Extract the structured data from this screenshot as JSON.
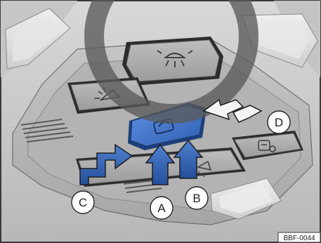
{
  "figure": {
    "callouts": [
      {
        "key": "a",
        "label": "A"
      },
      {
        "key": "b",
        "label": "B"
      },
      {
        "key": "c",
        "label": "C"
      },
      {
        "key": "d",
        "label": "D"
      }
    ],
    "reference_code": "BBF-0044",
    "colors": {
      "background": "#ffffff",
      "frame": "#3a3a3a",
      "headliner": "#cfcfcf",
      "console": "#b9b9b9",
      "button_face": "#a9a9a9",
      "highlight_blue": "#3d6fc4",
      "arrow_blue": "#2f5eab",
      "arrow_outline": "#1e1e1e",
      "watermark_ring": "#5a5a5a"
    },
    "icons": {
      "top_button": "interior-light-icon",
      "left_button": "reading-light-icon",
      "center_switch": "car-interior-monitoring-icon",
      "right_button": "tilt-sensor-icon",
      "bottom_middle_button": "light-icon"
    }
  }
}
